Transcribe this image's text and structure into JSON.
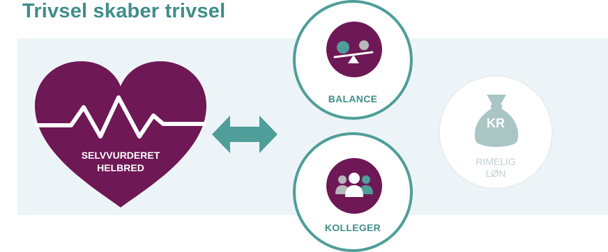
{
  "title": "Trivsel skaber trivsel",
  "heart": {
    "line1": "SELVVURDERET",
    "line2": "HELBRED",
    "color": "#6e1856"
  },
  "circles": {
    "balance": {
      "label": "BALANCE",
      "icon": "balance-scale-icon"
    },
    "kolleger": {
      "label": "KOLLEGER",
      "icon": "people-group-icon"
    },
    "loen": {
      "bag_text": "KR",
      "line1": "RIMELIG",
      "line2": "LØN",
      "icon": "money-bag-icon"
    }
  },
  "colors": {
    "teal": "#4f9e99",
    "plum": "#6e1856",
    "panel": "#edf4f7",
    "muted": "#c3d0d3"
  }
}
